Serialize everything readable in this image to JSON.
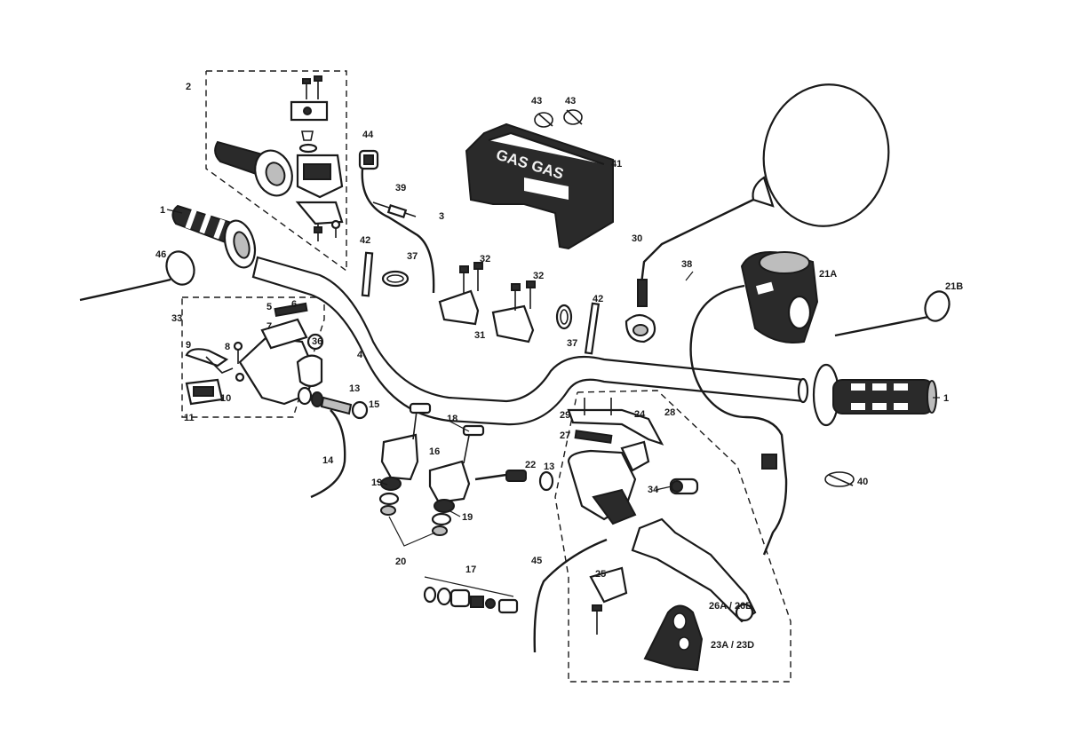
{
  "callouts": {
    "c1_left": "1",
    "c1_right": "1",
    "c2": "2",
    "c3": "3",
    "c4": "4",
    "c5": "5",
    "c6": "6",
    "c7": "7",
    "c8": "8",
    "c9": "9",
    "c10": "10",
    "c11": "11",
    "c13_left": "13",
    "c13_right": "13",
    "c14": "14",
    "c15": "15",
    "c16": "16",
    "c17": "17",
    "c18": "18",
    "c19_a": "19",
    "c19_b": "19",
    "c20": "20",
    "c21a": "21A",
    "c21b": "21B",
    "c22": "22",
    "c23": "23A / 23D",
    "c24": "24",
    "c25": "25",
    "c26": "26A / 26B",
    "c27": "27",
    "c28": "28",
    "c29": "29",
    "c30": "30",
    "c31": "31",
    "c32_a": "32",
    "c32_b": "32",
    "c33": "33",
    "c34": "34",
    "c36": "36",
    "c37_a": "37",
    "c37_b": "37",
    "c38": "38",
    "c39": "39",
    "c40": "40",
    "c41": "41",
    "c42_a": "42",
    "c42_b": "42",
    "c43_a": "43",
    "c43_b": "43",
    "c44": "44",
    "c45": "45",
    "c46": "46"
  },
  "branding": {
    "cover_logo": "GAS GAS"
  }
}
